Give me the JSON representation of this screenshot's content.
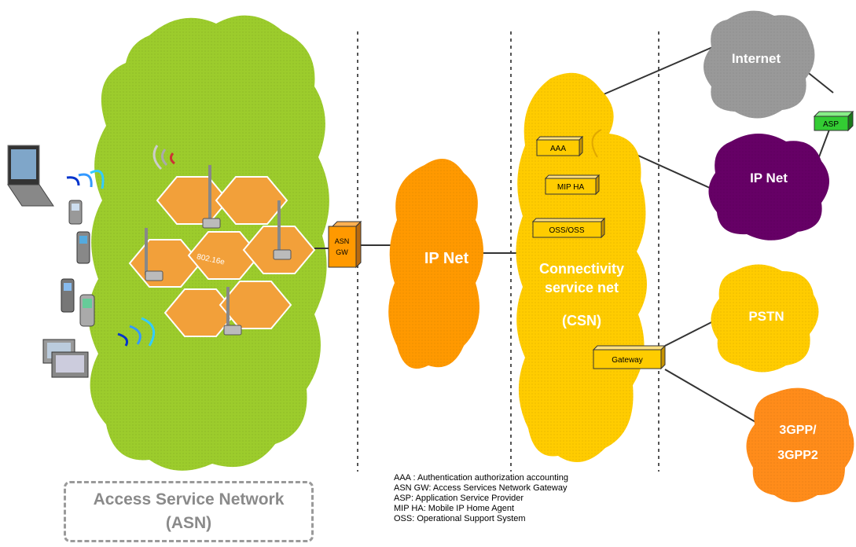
{
  "asn": {
    "title": "Access Service Network",
    "abbr": "(ASN)",
    "hex_label": "802.16e"
  },
  "asn_gw": {
    "line1": "ASN",
    "line2": "GW"
  },
  "ip_net_center": {
    "label": "IP Net"
  },
  "csn": {
    "line1": "Connectivity",
    "line2": "service net",
    "line3": "(CSN)",
    "boxes": {
      "aaa": "AAA",
      "mip_ha": "MIP HA",
      "oss": "OSS/OSS",
      "gateway": "Gateway"
    }
  },
  "internet": {
    "label": "Internet"
  },
  "asp": {
    "label": "ASP"
  },
  "ip_net_right": {
    "label": "IP Net"
  },
  "pstn": {
    "label": "PSTN"
  },
  "gpp": {
    "line1": "3GPP/",
    "line2": "3GPP2"
  },
  "legend": [
    "AAA : Authentication authorization accounting",
    "ASN GW: Access Services Network Gateway",
    "ASP: Application Service Provider",
    "MIP HA: Mobile IP Home Agent",
    "OSS: Operational Support System"
  ],
  "colors": {
    "asn_cloud": "#9ccc2c",
    "hex": "#f2a03a",
    "orange_cloud": "#ff9900",
    "csn_cloud": "#ffcc00",
    "internet_cloud": "#999999",
    "ipnet_cloud": "#660066",
    "pstn_cloud": "#ffcc00",
    "gpp_cloud": "#ff8c1a",
    "asp_box": "#33cc33"
  }
}
